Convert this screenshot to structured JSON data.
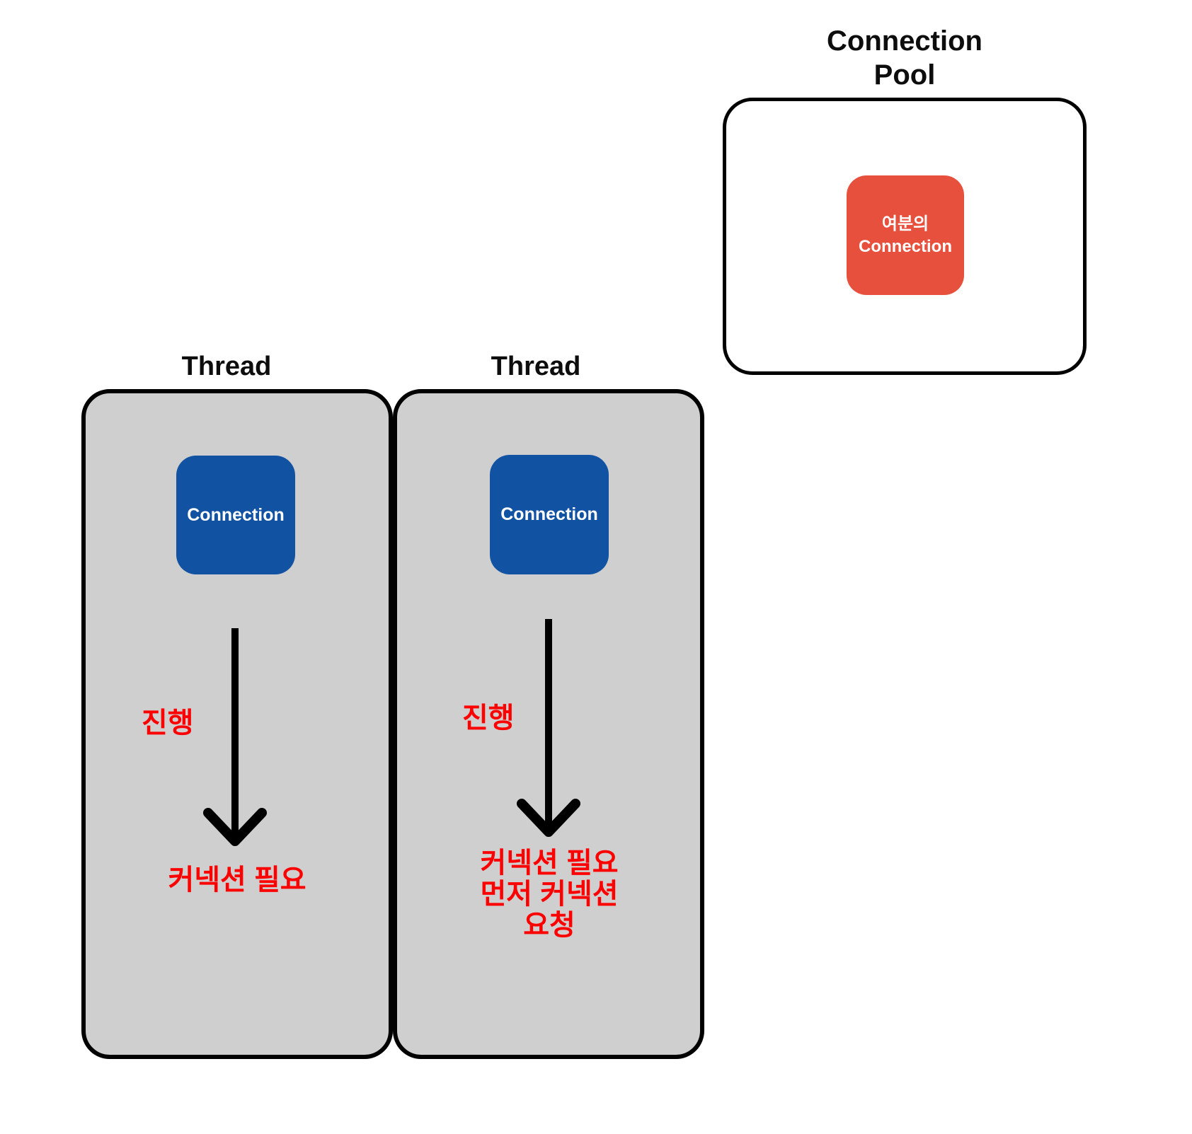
{
  "diagram": {
    "type": "connection-pool-threads",
    "pool": {
      "title_lines": [
        "Connection",
        "Pool"
      ],
      "spare_connection": {
        "label_lines": [
          "여분의",
          "Connection"
        ]
      }
    },
    "threads": [
      {
        "title": "Thread",
        "connection_label": "Connection",
        "progress_label": "진행",
        "status_lines": [
          "커넥션 필요"
        ]
      },
      {
        "title": "Thread",
        "connection_label": "Connection",
        "progress_label": "진행",
        "status_lines": [
          "커넥션 필요",
          "먼저 커넥션",
          "요청"
        ]
      }
    ]
  },
  "colors": {
    "background": "#ffffff",
    "thread_fill": "#d0cfcf",
    "pool_fill": "#ffffff",
    "connection_blue": "#1252a3",
    "spare_connection_red": "#e8503e",
    "annotation_red": "#fb0200",
    "outline_black": "#000000",
    "node_text_white": "#ffffff",
    "title_text_black": "#0d0d0d"
  }
}
